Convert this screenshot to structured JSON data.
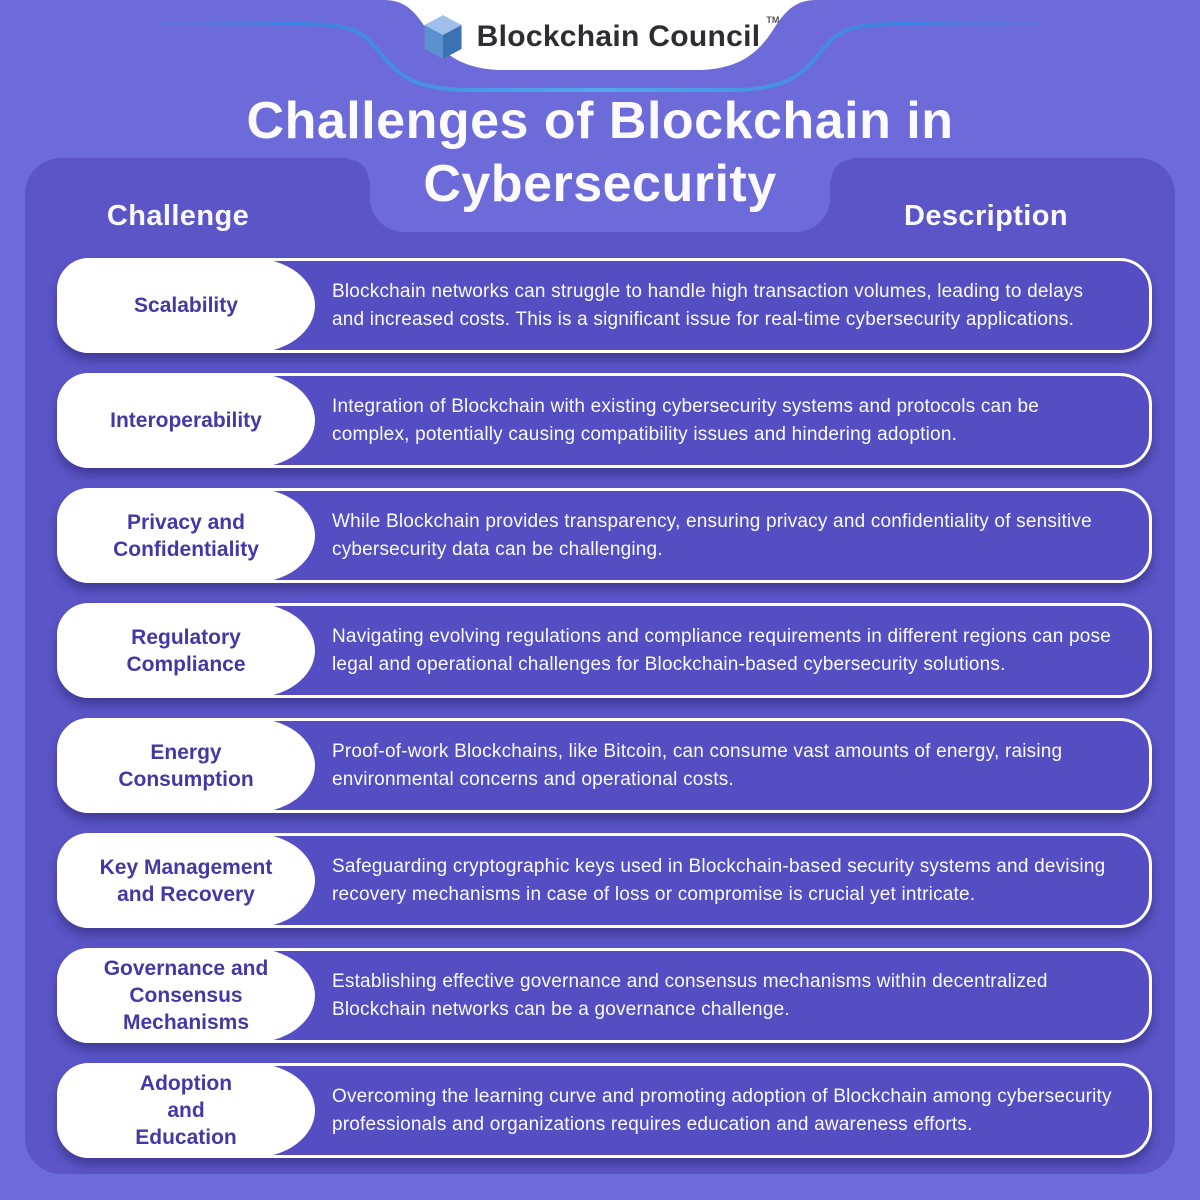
{
  "brand": {
    "name": "Blockchain Council",
    "tm": "TM"
  },
  "title": {
    "line1": "Challenges of Blockchain in",
    "line2": "Cybersecurity"
  },
  "table": {
    "challenge_header": "Challenge",
    "description_header": "Description",
    "rows": [
      {
        "challenge_lines": [
          "Scalability"
        ],
        "description": "Blockchain networks can struggle to handle high transaction volumes, leading to delays and increased costs. This is a significant issue for real-time cybersecurity applications."
      },
      {
        "challenge_lines": [
          "Interoperability"
        ],
        "description": "Integration of Blockchain with existing cybersecurity systems and protocols can be complex, potentially causing compatibility issues and hindering adoption."
      },
      {
        "challenge_lines": [
          "Privacy and",
          "Confidentiality"
        ],
        "description": "While Blockchain provides transparency, ensuring privacy and confidentiality of sensitive cybersecurity data can be challenging."
      },
      {
        "challenge_lines": [
          "Regulatory",
          "Compliance"
        ],
        "description": "Navigating evolving regulations and compliance requirements in different regions can pose legal and operational challenges for Blockchain-based cybersecurity solutions."
      },
      {
        "challenge_lines": [
          "Energy",
          "Consumption"
        ],
        "description": "Proof-of-work Blockchains, like Bitcoin, can consume vast amounts of energy, raising environmental concerns and operational costs."
      },
      {
        "challenge_lines": [
          "Key Management",
          "and Recovery"
        ],
        "description": "Safeguarding cryptographic keys used in Blockchain-based security systems and devising recovery mechanisms in case of loss or compromise is crucial yet intricate."
      },
      {
        "challenge_lines": [
          "Governance and",
          "Consensus",
          "Mechanisms"
        ],
        "description": "Establishing effective governance and consensus mechanisms within decentralized Blockchain networks can be a governance challenge."
      },
      {
        "challenge_lines": [
          "Adoption",
          "and",
          "Education"
        ],
        "description": "Overcoming the learning curve and promoting adoption of Blockchain among cybersecurity professionals and organizations requires education and awareness efforts."
      }
    ]
  },
  "colors": {
    "background": "#6C6BD9",
    "panel": "#5B55C8",
    "row_fill": "#554EC3",
    "challenge_text": "#4339A5",
    "accent_line_blue": "#3E82E0",
    "cube_top": "#9DBFE9",
    "cube_left": "#5C90CE",
    "cube_right": "#3B72B3"
  }
}
